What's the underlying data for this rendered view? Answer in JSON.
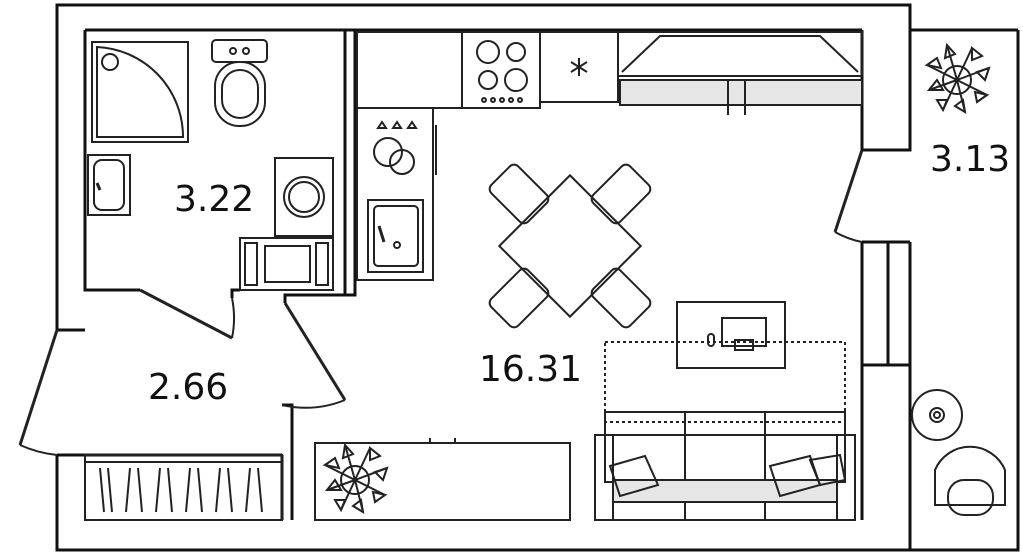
{
  "rooms": {
    "bathroom_area": "3.22",
    "hall_area": "2.66",
    "living_area": "16.31",
    "balcony_area": "3.13"
  },
  "icons": {
    "cooktop": "cooktop-icon",
    "fridge": "snowflake-icon",
    "laptop": "laptop-icon",
    "plant": "plant-icon"
  },
  "colors": {
    "wall": "#111111",
    "line": "#222222",
    "fill": "#e6e6e6"
  }
}
